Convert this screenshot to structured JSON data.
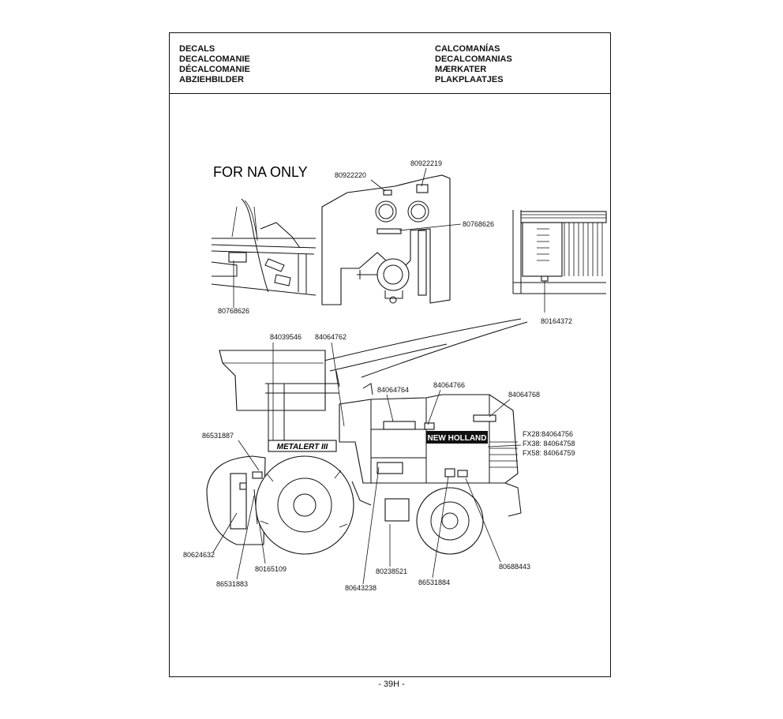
{
  "header": {
    "left": [
      "DECALS",
      "DECALCOMANIE",
      "DÉCALCOMANIE",
      "ABZIEHBILDER"
    ],
    "right": [
      "CALCOMANÍAS",
      "DECALCOMANIAS",
      "MÆRKATER",
      "PLAKPLAATJES"
    ]
  },
  "diagram": {
    "na_label": "FOR NA ONLY",
    "brand_decal": "NEW HOLLAND",
    "metalert_decal": "METALERT III",
    "parts": {
      "p80922220": "80922220",
      "p80922219": "80922219",
      "p80768626_top": "80768626",
      "p80768626_left": "80768626",
      "p80164372": "80164372",
      "p84039546": "84039546",
      "p84064762": "84064762",
      "p84064764": "84064764",
      "p84064766": "84064766",
      "p84064768": "84064768",
      "fx28": "FX28:84064756",
      "fx38": "FX38: 84064758",
      "fx58": "FX58: 84064759",
      "p86531887": "86531887",
      "p80624632": "80624632",
      "p80165109": "80165109",
      "p86531883": "86531883",
      "p80643238": "80643238",
      "p80238521": "80238521",
      "p86531884": "86531884",
      "p80688443": "80688443"
    }
  },
  "footer": {
    "page_number": "- 39H -"
  }
}
